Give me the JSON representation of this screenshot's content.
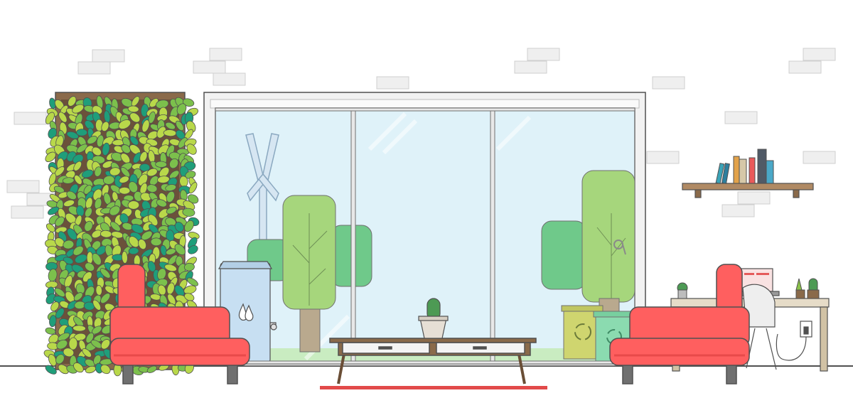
{
  "scene": {
    "description_visible_text": "",
    "colors": {
      "wall": "#ffffff",
      "brick": "#efefef",
      "brick_outline": "#cfcfcf",
      "outline": "#505050",
      "sky": "#dff2f9",
      "window_frame": "#f2f2f2",
      "armchair": "#ff5f5f",
      "armchair_shadow": "#e84a4a",
      "leaf_light": "#b9d84a",
      "leaf_mid": "#7cc04c",
      "leaf_dark": "#1f9e7a",
      "wood": "#8a6a4a",
      "table_top": "#f4f4f4",
      "rug": "#e24a4a",
      "tree_light": "#a6d67c",
      "tree_mid": "#6fc98a",
      "trunk": "#b9a98e",
      "tank": "#c7dff2",
      "bin_yellow": "#cfd56f",
      "bin_green": "#8bdbb0",
      "laptop_screen": "#f9e2e2",
      "desk": "#e6dcc8"
    },
    "icons": [
      "brick-wall",
      "vertical-garden",
      "sliding-window",
      "wind-turbine",
      "water-tank",
      "water-drop-icon",
      "tap-icon",
      "tree",
      "cactus-pot",
      "coffee-table",
      "armchair-left",
      "armchair-right",
      "recycle-bin-yellow",
      "recycle-bin-green",
      "recycle-icon",
      "bookshelf",
      "books",
      "desk",
      "laptop",
      "plant-pots",
      "power-socket-icon",
      "rug"
    ]
  }
}
